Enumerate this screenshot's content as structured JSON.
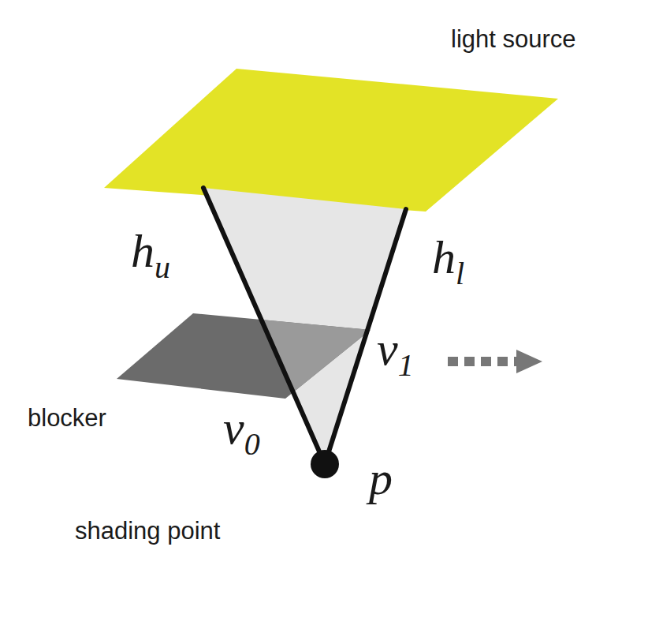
{
  "diagram": {
    "labels": [
      "light source",
      "hu",
      "hl",
      "v1",
      "v0",
      "blocker",
      "shading point",
      "p"
    ]
  }
}
